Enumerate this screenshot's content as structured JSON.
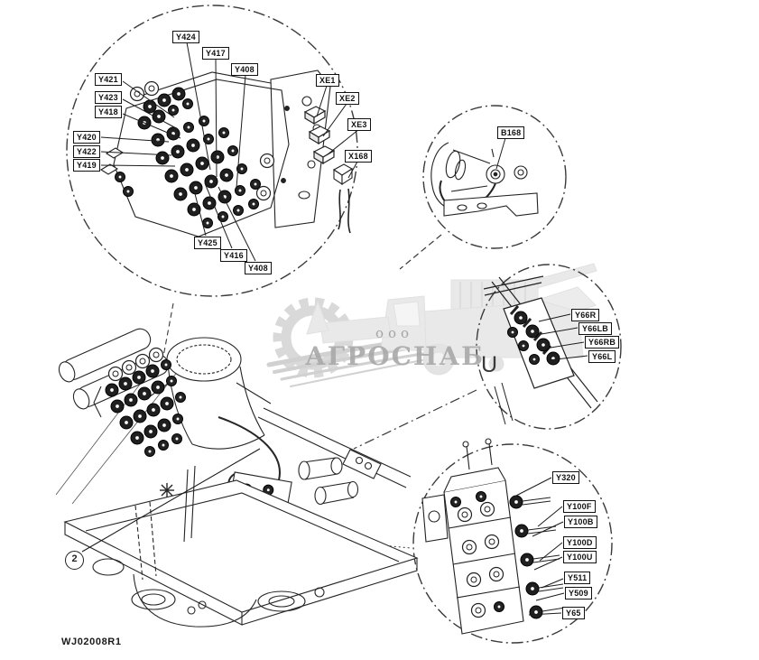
{
  "document": {
    "figure_code": "WJ02008R1",
    "item_callout": "2",
    "stray_letter": "U"
  },
  "watermark": {
    "company_prefix": "ооо",
    "company_name": "АГРОСНАБ"
  },
  "labels": {
    "manifold": [
      "Y424",
      "Y417",
      "Y408",
      "Y421",
      "Y423",
      "Y418",
      "Y420",
      "Y422",
      "Y419",
      "XE1",
      "XE2",
      "XE3",
      "X168",
      "Y425",
      "Y416",
      "Y408"
    ],
    "sensor": [
      "B168"
    ],
    "pilot_valves": [
      "Y66R",
      "Y66LB",
      "Y66RB",
      "Y66L"
    ],
    "valve_stack": [
      "Y320",
      "Y100F",
      "Y100B",
      "Y100D",
      "Y100U",
      "Y511",
      "Y509",
      "Y65"
    ]
  }
}
